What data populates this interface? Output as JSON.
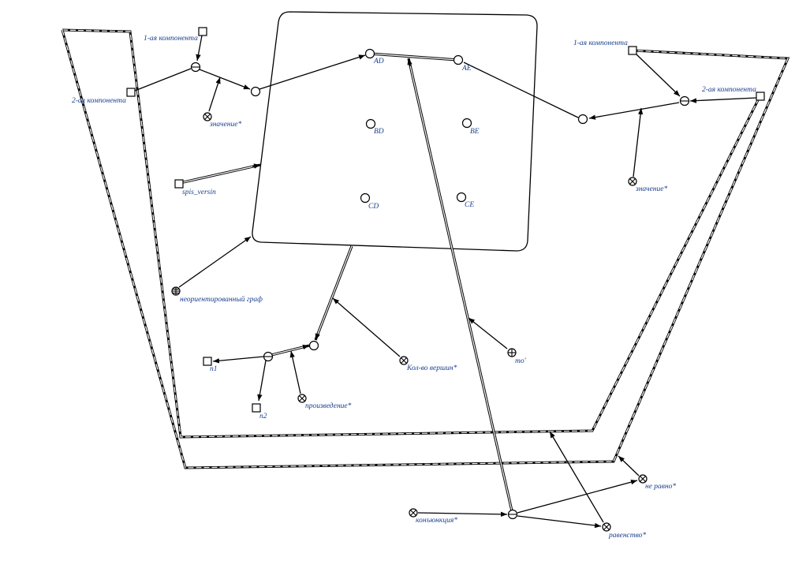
{
  "labels": {
    "comp1_left": "1-ая компонента",
    "comp2_left": "2-ая компонента",
    "znach_left": "значение*",
    "spis_versin": "spis_versin",
    "neorient": "неориентированный граф",
    "AD": "AD",
    "AE": "AE",
    "BD": "BD",
    "BE": "BE",
    "CD": "CD",
    "CE": "CE",
    "comp1_right": "1-ая компонента",
    "comp2_right": "2-ая компонента",
    "znach_right": "значение*",
    "n1": "n1",
    "n2": "n2",
    "proizv": "произведение*",
    "kolvo": "Кол-во вершин*",
    "to": "то'",
    "ne_ravno": "не равно*",
    "konj": "конъюнкция*",
    "ravenstvo": "равенство*"
  },
  "node_kinds": [
    "constant-square",
    "variable-circle",
    "tuple-minus-circle",
    "relation-cross-circle",
    "grid-plus-circle"
  ],
  "colors": {
    "label": "#1a3f8f",
    "line": "#000000",
    "background": "#ffffff"
  }
}
